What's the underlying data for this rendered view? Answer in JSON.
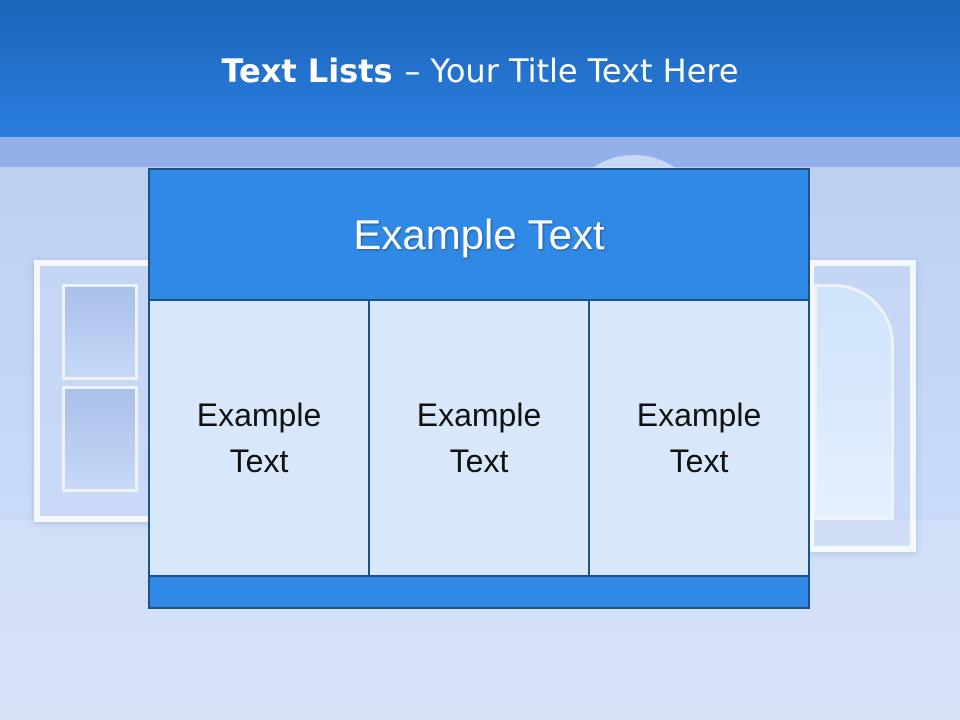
{
  "slide": {
    "title_bold": "Text Lists",
    "title_separator": "–",
    "title_rest": "Your Title Text Here"
  },
  "table": {
    "header": "Example Text",
    "cells": [
      "Example Text",
      "Example Text",
      "Example Text"
    ]
  },
  "colors": {
    "header_bar": "#2a7ee0",
    "table_fill": "#3189e6",
    "cell_fill": "#d8e8fa",
    "border": "#1c5189"
  }
}
